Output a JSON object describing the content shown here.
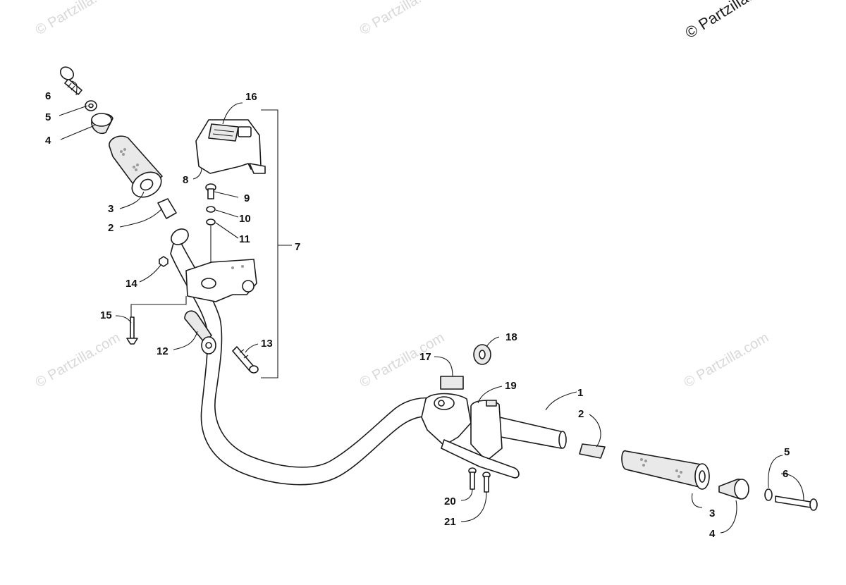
{
  "watermarks": {
    "corner": "© Partzilla.com",
    "tile": "© Partzilla.com"
  },
  "callouts": {
    "c1": "1",
    "c2a": "2",
    "c2b": "2",
    "c3a": "3",
    "c3b": "3",
    "c4a": "4",
    "c4b": "4",
    "c5a": "5",
    "c5b": "5",
    "c6a": "6",
    "c6b": "6",
    "c7": "7",
    "c8": "8",
    "c9": "9",
    "c10": "10",
    "c11": "11",
    "c12": "12",
    "c13": "13",
    "c14": "14",
    "c15": "15",
    "c16": "16",
    "c17": "17",
    "c18": "18",
    "c19": "19",
    "c20": "20",
    "c21": "21"
  },
  "colors": {
    "line": "#1a1a1a",
    "watermark": "#d8d8d8",
    "background": "#ffffff"
  }
}
